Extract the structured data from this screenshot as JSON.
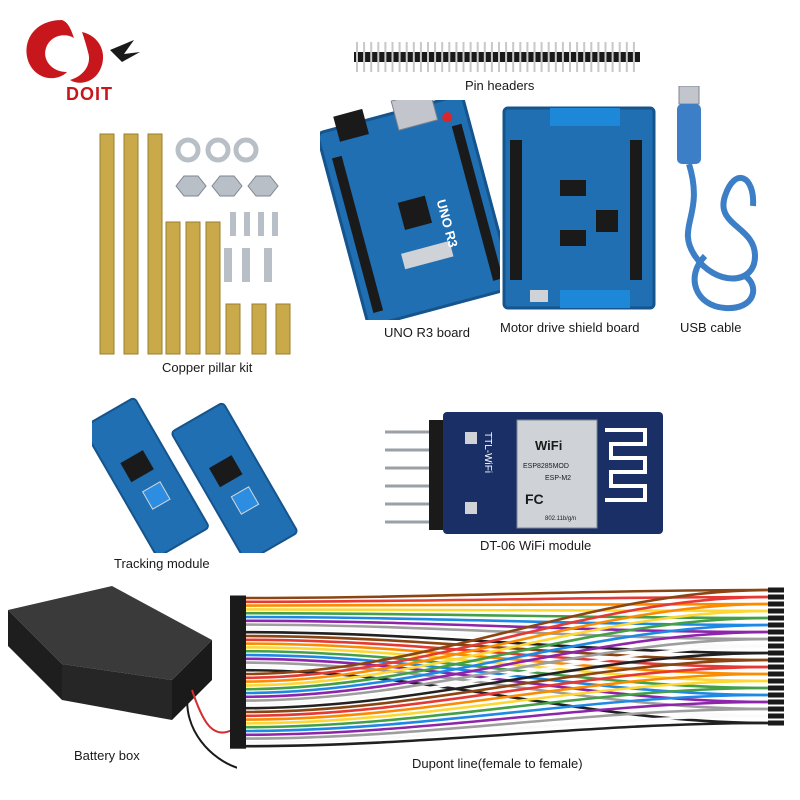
{
  "brand": {
    "name": "DOIT",
    "colors": {
      "primary": "#c8161d",
      "dark": "#1a1a1a"
    }
  },
  "items": {
    "pin_headers": "Pin headers",
    "uno_board": "UNO R3 board",
    "motor_shield": "Motor drive shield board",
    "usb_cable": "USB cable",
    "copper_pillar_kit": "Copper pillar kit",
    "tracking_module": "Tracking module",
    "wifi_module": "DT-06 WiFi module",
    "battery_box": "Battery box",
    "dupont_line": "Dupont line(female to female)"
  },
  "board_print": {
    "uno": "UNO R3",
    "wifi_chip": "WiFi",
    "wifi_model": "ESP8285MOD",
    "wifi_esp": "ESP-M2",
    "wifi_fcc": "FC",
    "wifi_spec": "802.11b/g/n",
    "wifi_side": "TTL-WiFi"
  },
  "colors": {
    "pcb_blue": "#1f6fb2",
    "pcb_dark": "#15548c",
    "brass": "#c9a94a",
    "steel": "#b9bfc6",
    "battery": "#222222",
    "usb": "#3d7fc7"
  }
}
